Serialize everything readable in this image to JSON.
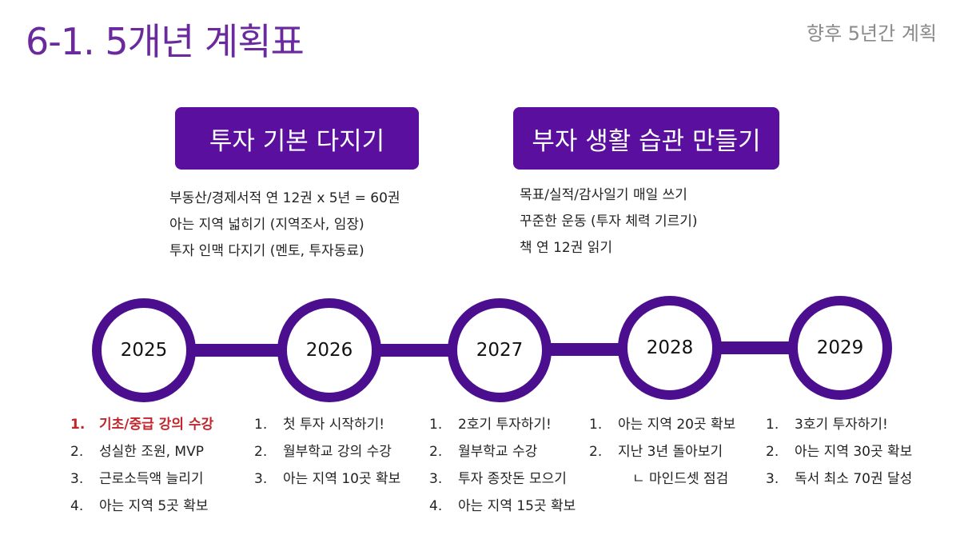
{
  "header": {
    "title": "6-1. 5개년 계획표",
    "subtitle": "향후 5년간 계획"
  },
  "themes": [
    {
      "label": "투자 기본 다지기",
      "items": [
        "부동산/경제서적 연 12권 x 5년 = 60권",
        "아는 지역 넓히기 (지역조사, 임장)",
        "투자 인맥 다지기 (멘토, 투자동료)"
      ]
    },
    {
      "label": "부자 생활 습관 만들기",
      "items": [
        "목표/실적/감사일기 매일 쓰기",
        "꾸준한 운동 (투자 체력 기르기)",
        "책 연 12권 읽기"
      ]
    }
  ],
  "timeline": {
    "colors": {
      "accent": "#4b0e8f",
      "box": "#5a0f9e",
      "highlight": "#c0272d"
    },
    "years": [
      {
        "year": "2025",
        "items": [
          {
            "num": "1.",
            "text": "기초/중급 강의 수강",
            "highlight": true
          },
          {
            "num": "2.",
            "text": "성실한 조원, MVP"
          },
          {
            "num": "3.",
            "text": "근로소득액 늘리기"
          },
          {
            "num": "4.",
            "text": "아는 지역 5곳 확보"
          }
        ]
      },
      {
        "year": "2026",
        "items": [
          {
            "num": "1.",
            "text": "첫 투자 시작하기!"
          },
          {
            "num": "2.",
            "text": "월부학교 강의 수강"
          },
          {
            "num": "3.",
            "text": "아는 지역 10곳 확보"
          }
        ]
      },
      {
        "year": "2027",
        "items": [
          {
            "num": "1.",
            "text": "2호기 투자하기!"
          },
          {
            "num": "2.",
            "text": "월부학교 수강"
          },
          {
            "num": "3.",
            "text": "투자 종잣돈 모으기"
          },
          {
            "num": "4.",
            "text": "아는 지역 15곳 확보"
          }
        ]
      },
      {
        "year": "2028",
        "items": [
          {
            "num": "1.",
            "text": "아는 지역 20곳 확보"
          },
          {
            "num": "2.",
            "text": "지난 3년 돌아보기"
          },
          {
            "num": "",
            "text": "ㄴ 마인드셋 점검",
            "sub": true
          }
        ]
      },
      {
        "year": "2029",
        "items": [
          {
            "num": "1.",
            "text": "3호기 투자하기!"
          },
          {
            "num": "2.",
            "text": "아는 지역 30곳 확보"
          },
          {
            "num": "3.",
            "text": "독서 최소 70권 달성"
          }
        ]
      }
    ]
  }
}
